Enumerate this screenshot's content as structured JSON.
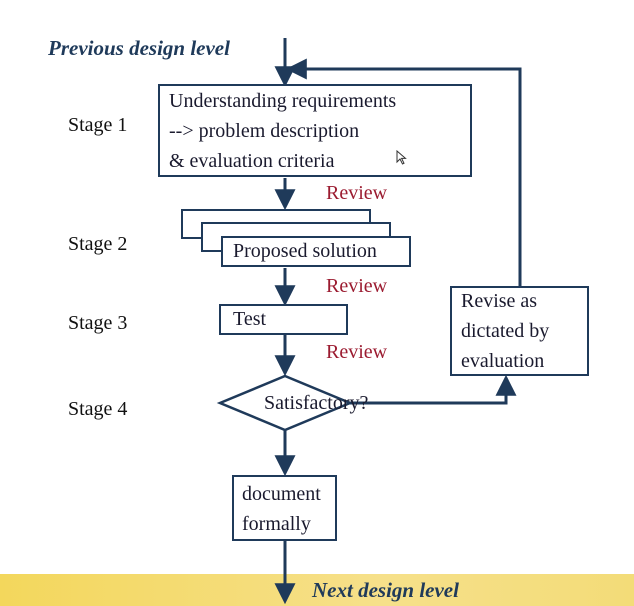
{
  "levels": {
    "previous": "Previous design level",
    "next": "Next design level"
  },
  "stages": [
    "Stage 1",
    "Stage 2",
    "Stage 3",
    "Stage 4"
  ],
  "boxes": {
    "requirements": [
      "Understanding requirements",
      "--> problem description",
      "& evaluation criteria"
    ],
    "proposed": "Proposed solution",
    "test": "Test",
    "decision": "Satisfactory?",
    "revise": [
      "Revise as",
      "dictated by",
      "evaluation"
    ],
    "document": [
      "document",
      "formally"
    ]
  },
  "reviews": [
    "Review",
    "Review",
    "Review"
  ],
  "colors": {
    "navy": "#1f3a5a",
    "review_red": "#9b1b30",
    "footer_band": "#f3d75c"
  }
}
